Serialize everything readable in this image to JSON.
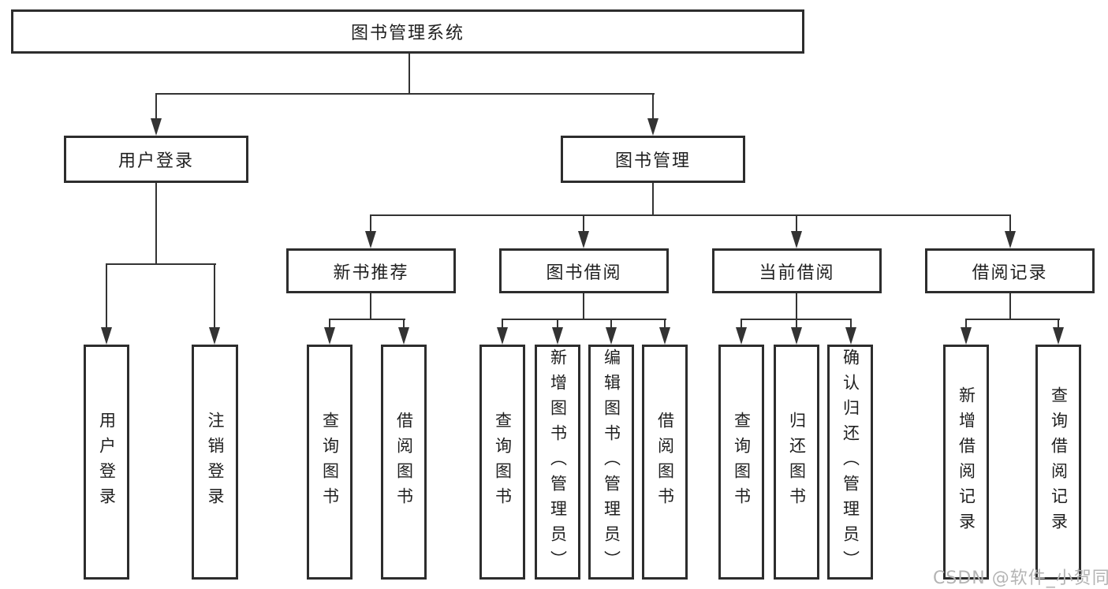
{
  "tree": {
    "label": "图书管理系统",
    "children": [
      {
        "label": "用户登录",
        "children": [
          {
            "label": "用户登录"
          },
          {
            "label": "注销登录"
          }
        ]
      },
      {
        "label": "图书管理",
        "children": [
          {
            "label": "新书推荐",
            "children": [
              {
                "label": "查询图书"
              },
              {
                "label": "借阅图书"
              }
            ]
          },
          {
            "label": "图书借阅",
            "children": [
              {
                "label": "查询图书"
              },
              {
                "label": "新增图书（管理员）"
              },
              {
                "label": "编辑图书（管理员）"
              },
              {
                "label": "借阅图书"
              }
            ]
          },
          {
            "label": "当前借阅",
            "children": [
              {
                "label": "查询图书"
              },
              {
                "label": "归还图书"
              },
              {
                "label": "确认归还（管理员）"
              }
            ]
          },
          {
            "label": "借阅记录",
            "children": [
              {
                "label": "新增借阅记录"
              },
              {
                "label": "查询借阅记录"
              }
            ]
          }
        ]
      }
    ]
  },
  "watermark": {
    "text": "CSDN @软件_小贺同学"
  },
  "colors": {
    "line": "#333333",
    "box_border": "#2d2d2d",
    "text": "#1f1f1f",
    "watermark": "#b4b4b4",
    "background": "#ffffff"
  }
}
